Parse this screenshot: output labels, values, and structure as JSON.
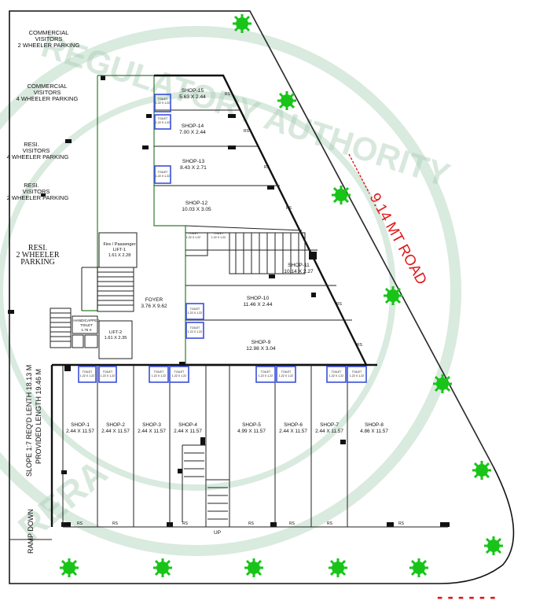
{
  "parking": {
    "commercial_2w": [
      "COMMERCIAL",
      "VISITORS",
      "2 WHEELER PARKING"
    ],
    "commercial_4w": [
      "COMMERCIAL",
      "VISITORS",
      "4 WHEELER PARKING"
    ],
    "resi_4w": [
      "RESI.",
      "VISITORS",
      "4 WHEELER PARKING"
    ],
    "resi_2w_visitors": [
      "RESI.",
      "VISITORS",
      "2 WHEELER PARKING"
    ],
    "resi_2w": [
      "RESI.",
      "2 WHEELER",
      "PARKING"
    ]
  },
  "ramp": {
    "slope": [
      "SLOPE 1:7 REQ'D LENTH 18.13 M",
      "PROVIDED LENGTH 19.46 M"
    ],
    "ramp_down": "RAMP DOWN",
    "up": "UP"
  },
  "road": {
    "label": "9.14 MT ROAD"
  },
  "core": {
    "lift1": [
      "Fire / Passenger",
      "LIFT-1",
      "1.61 X 2.28"
    ],
    "lift2": [
      "LIFT-2",
      "1.61 X 2.35"
    ],
    "foyer": [
      "FOYER",
      "3.76 X 9.62"
    ],
    "handicapped": [
      "HANDICAPPED",
      "TOILET",
      "1.75 X"
    ]
  },
  "shops_front": [
    {
      "name": "SHOP-1",
      "size": "2.44 X 11.57"
    },
    {
      "name": "SHOP-2",
      "size": "2.44 X 11.57"
    },
    {
      "name": "SHOP-3",
      "size": "2.44 X 11.57"
    },
    {
      "name": "SHOP-4",
      "size": "2.44 X 11.57"
    },
    {
      "name": "SHOP-5",
      "size": "4.99 X 11.57"
    },
    {
      "name": "SHOP-6",
      "size": "2.44 X 11.57"
    },
    {
      "name": "SHOP-7",
      "size": "2.44 X 11.57"
    },
    {
      "name": "SHOP-8",
      "size": "4.86 X 11.57"
    }
  ],
  "shops_upper": [
    {
      "name": "SHOP-15",
      "size": "5.63 X 2.44"
    },
    {
      "name": "SHOP-14",
      "size": "7.00 X 2.44"
    },
    {
      "name": "SHOP-13",
      "size": "8.43 X 2.71"
    },
    {
      "name": "SHOP-12",
      "size": "10.03 X 3.05"
    },
    {
      "name": "SHOP-11",
      "size": "10.14 X 2.27"
    },
    {
      "name": "SHOP-10",
      "size": "11.46 X 2.44"
    },
    {
      "name": "SHOP-9",
      "size": "12.98 X 3.04"
    }
  ],
  "toilet": {
    "label": "TOILET",
    "size": "1.22 X 1.22"
  },
  "rs": "RS",
  "watermark": {
    "text": "REGULATORY AUTHORITY",
    "short": "RERA"
  }
}
